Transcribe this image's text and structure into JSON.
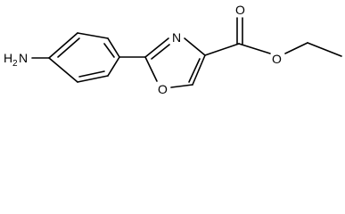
{
  "molecule": {
    "atoms": {
      "amine_h": "H",
      "amine_h_count": "2",
      "amine_n": "N",
      "ring_n": "N",
      "ring_o": "O",
      "carbonyl_o": "O",
      "ester_o": "O"
    }
  }
}
